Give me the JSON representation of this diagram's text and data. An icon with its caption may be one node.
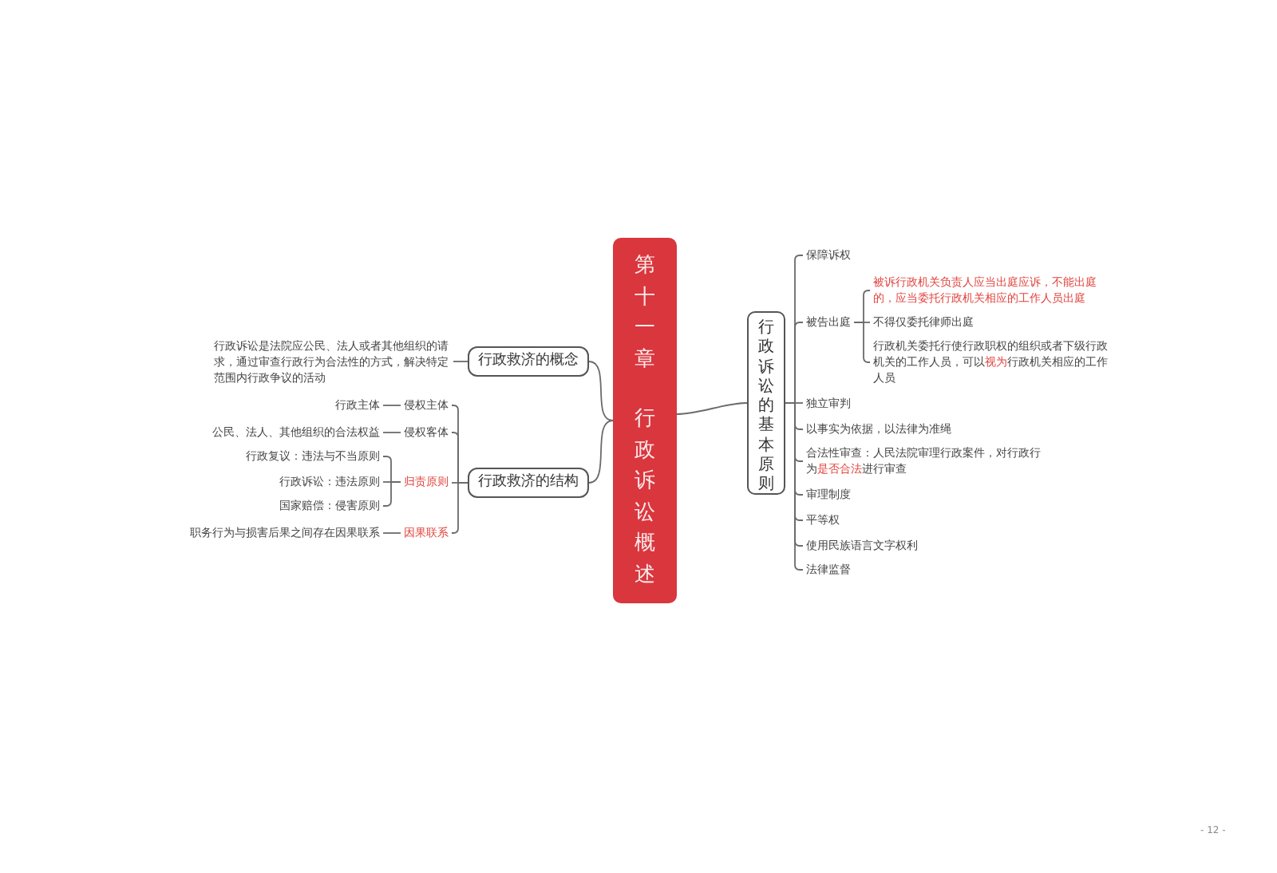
{
  "diagram": {
    "nodes": [
      {
        "text": [
          "第十一章",
          "行政诉讼概述"
        ]
      },
      {
        "text": [
          "行政救济的概念"
        ]
      },
      {
        "text": [
          "行政诉讼是法院应公民、法人或者其他组织的请求，通过审查行政行为合法性的方式，解决特定范围内行政争议的活动"
        ]
      },
      {
        "text": [
          "行政救济的结构"
        ]
      },
      {
        "text": [
          "侵权主体"
        ]
      },
      {
        "text": [
          "行政主体"
        ]
      },
      {
        "text": [
          "侵权客体"
        ]
      },
      {
        "text": [
          "公民、法人、其他组织的合法权益"
        ]
      },
      {
        "text": [
          "归责原则"
        ]
      },
      {
        "text": [
          "行政复议：违法与不当原则"
        ]
      },
      {
        "text": [
          "行政诉讼：违法原则"
        ]
      },
      {
        "text": [
          "国家赔偿：侵害原则"
        ]
      },
      {
        "text": [
          "因果联系"
        ]
      },
      {
        "text": [
          "职务行为与损害后果之间存在因果联系"
        ]
      },
      {
        "text": [
          "行政诉讼的基本原则"
        ]
      },
      {
        "text": [
          "保障诉权"
        ]
      },
      {
        "text": [
          "被告出庭"
        ]
      },
      {
        "text": [
          "被诉行政机关负责人应当出庭应诉，不能出庭的，应当委托行政机关相应的工作人员出庭"
        ]
      },
      {
        "text": [
          "不得仅委托律师出庭"
        ]
      },
      {
        "text": [
          "行政机关委托行使行政职权的组织或者下级行政机关的工作人员，可以视为行政机关相应的工作人员"
        ]
      },
      {
        "text": [
          "独立审判"
        ]
      },
      {
        "text": [
          "以事实为依据，以法律为准绳"
        ]
      },
      {
        "text": [
          "合法性审查：人民法院审理行政案件，对行政行为是否合法进行审查"
        ]
      },
      {
        "text": [
          "审理制度"
        ]
      },
      {
        "text": [
          "平等权"
        ]
      },
      {
        "text": [
          "使用民族语言文字权利"
        ]
      },
      {
        "text": [
          "法律监督"
        ]
      }
    ],
    "edges": [
      {
        "from": 0,
        "to": 1,
        "arrow": "none"
      },
      {
        "from": 1,
        "to": 2,
        "arrow": "none"
      },
      {
        "from": 0,
        "to": 3,
        "arrow": "none"
      },
      {
        "from": 3,
        "to": 4,
        "arrow": "none"
      },
      {
        "from": 4,
        "to": 5,
        "arrow": "none"
      },
      {
        "from": 3,
        "to": 6,
        "arrow": "none"
      },
      {
        "from": 6,
        "to": 7,
        "arrow": "none"
      },
      {
        "from": 3,
        "to": 8,
        "arrow": "none"
      },
      {
        "from": 8,
        "to": 9,
        "arrow": "none"
      },
      {
        "from": 8,
        "to": 10,
        "arrow": "none"
      },
      {
        "from": 8,
        "to": 11,
        "arrow": "none"
      },
      {
        "from": 3,
        "to": 12,
        "arrow": "none"
      },
      {
        "from": 12,
        "to": 13,
        "arrow": "none"
      },
      {
        "from": 0,
        "to": 14,
        "arrow": "none"
      },
      {
        "from": 14,
        "to": 15,
        "arrow": "none"
      },
      {
        "from": 14,
        "to": 16,
        "arrow": "none"
      },
      {
        "from": 16,
        "to": 17,
        "arrow": "none"
      },
      {
        "from": 16,
        "to": 18,
        "arrow": "none"
      },
      {
        "from": 16,
        "to": 19,
        "arrow": "none"
      },
      {
        "from": 14,
        "to": 20,
        "arrow": "none"
      },
      {
        "from": 14,
        "to": 21,
        "arrow": "none"
      },
      {
        "from": 14,
        "to": 22,
        "arrow": "none"
      },
      {
        "from": 14,
        "to": 23,
        "arrow": "none"
      },
      {
        "from": 14,
        "to": 24,
        "arrow": "none"
      },
      {
        "from": 14,
        "to": 25,
        "arrow": "none"
      },
      {
        "from": 14,
        "to": 26,
        "arrow": "none"
      }
    ],
    "labels": [
      "- 12 -"
    ]
  }
}
